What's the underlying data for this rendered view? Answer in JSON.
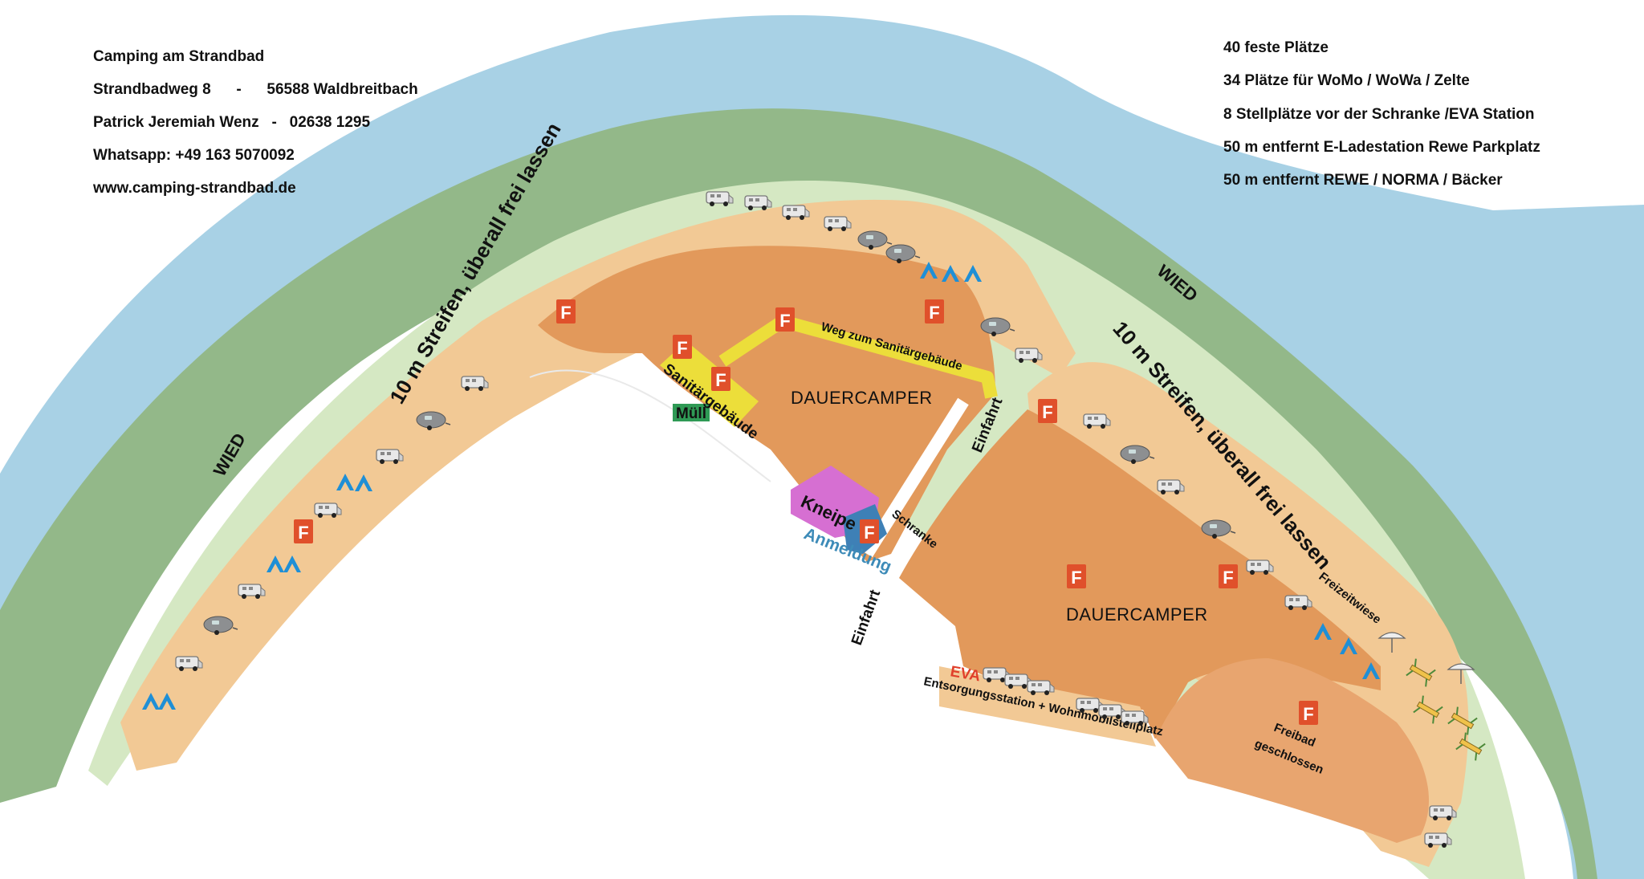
{
  "info_left": [
    "Camping am Strandbad",
    "Strandbadweg 8      -      56588 Waldbreitbach",
    "Patrick Jeremiah Wenz   -   02638 1295",
    "Whatsapp: +49 163 5070092",
    "www.camping-strandbad.de"
  ],
  "info_right": [
    "40 feste Plätze",
    "34 Plätze für WoMo / WoWa / Zelte",
    "8 Stellplätze vor der Schranke /EVA Station",
    "50 m entfernt E-Ladestation Rewe Parkplatz",
    "50 m entfernt REWE / NORMA / Bäcker"
  ],
  "labels": {
    "river_left": "WIED",
    "river_right": "WIED",
    "strip_left": "10 m Streifen, überall frei lassen",
    "strip_right": "10 m Streifen, überall frei lassen",
    "zone_1": "DAUERCAMPER",
    "zone_2": "DAUERCAMPER",
    "sanitaer": "Sanitärgebäude",
    "muell": "Müll",
    "weg": "Weg zum Sanitärgebäude",
    "einfahrt_1": "Einfahrt",
    "einfahrt_2": "Einfahrt",
    "kneipe": "Kneipe",
    "anmeldung": "Anmeldung",
    "schranke": "Schranke",
    "eva": "EVA",
    "entsorgung": "Entsorgungsstation + Wohnmobilstellplatz",
    "freizeitwiese": "Freizeitwiese",
    "freibad_1": "Freibad",
    "freibad_2": "geschlossen",
    "extinguisher_symbol": "F"
  },
  "colors": {
    "river": "#a8d1e5",
    "strip": "#93b889",
    "meadow": "#d5e8c3",
    "pitch_zone": "#f2c995",
    "dauercamper": "#e2995b",
    "freibad": "#e8a56f",
    "sanitaer": "#ecde3a",
    "muell": "#2f9a55",
    "kneipe": "#d66fd2",
    "anmeldung": "#3e80b6",
    "extinguisher": "#e0502b",
    "tent": "#1f8fd6",
    "eva_text": "#e0402b",
    "anmeldung_text": "#3d8bb8"
  },
  "icons": {
    "extinguisher": "fire-extinguisher-icon",
    "tent": "tent-icon",
    "motorhome": "motorhome-icon",
    "caravan": "caravan-icon",
    "picnic_table": "picnic-table-icon",
    "umbrella": "parasol-icon"
  }
}
